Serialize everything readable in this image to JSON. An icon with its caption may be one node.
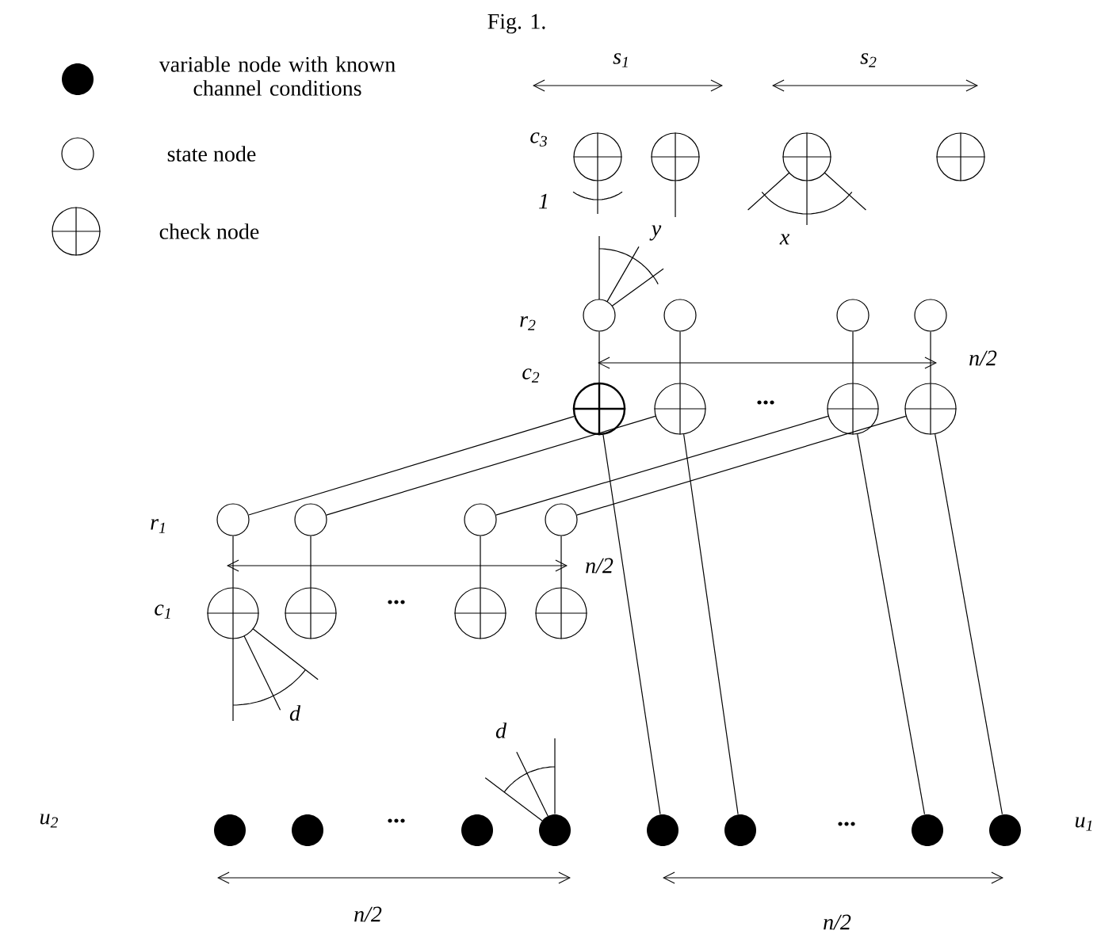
{
  "diagram": {
    "title": "Fig. 1.",
    "nodes": [
      {
        "text": [],
        "shape": "circle"
      },
      {
        "text": [],
        "shape": "circle"
      },
      {
        "text": [],
        "shape": "circle"
      },
      {
        "text": [],
        "shape": "circle"
      },
      {
        "text": [],
        "shape": "circle"
      },
      {
        "text": [],
        "shape": "circle"
      },
      {
        "text": [],
        "shape": "circle"
      },
      {
        "text": [],
        "shape": "circle"
      },
      {
        "text": [],
        "shape": "circle"
      },
      {
        "text": [],
        "shape": "circle"
      },
      {
        "text": [],
        "shape": "circle"
      },
      {
        "text": [],
        "shape": "circle"
      },
      {
        "text": [],
        "shape": "circle"
      },
      {
        "text": [],
        "shape": "circle"
      },
      {
        "text": [],
        "shape": "circle"
      },
      {
        "text": [],
        "shape": "circle"
      },
      {
        "text": [],
        "shape": "circle"
      },
      {
        "text": [],
        "shape": "circle"
      },
      {
        "text": [],
        "shape": "circle"
      },
      {
        "text": [],
        "shape": "circle"
      },
      {
        "text": [],
        "shape": "circle"
      },
      {
        "text": [],
        "shape": "circle"
      },
      {
        "text": [],
        "shape": "circle"
      },
      {
        "text": [],
        "shape": "circle"
      },
      {
        "text": [],
        "shape": "circle"
      },
      {
        "text": [],
        "shape": "circle"
      },
      {
        "text": [],
        "shape": "circle"
      },
      {
        "text": [],
        "shape": "circle"
      }
    ],
    "edges": [
      {
        "from": 0,
        "to": null,
        "arrow": "none"
      },
      {
        "from": 1,
        "to": null,
        "arrow": "none"
      },
      {
        "from": 2,
        "to": null,
        "arrow": "none"
      },
      {
        "from": 4,
        "to": 8,
        "arrow": "none"
      },
      {
        "from": 5,
        "to": 9,
        "arrow": "none"
      },
      {
        "from": 6,
        "to": 10,
        "arrow": "none"
      },
      {
        "from": 7,
        "to": 11,
        "arrow": "none"
      },
      {
        "from": 8,
        "to": 12,
        "arrow": "none"
      },
      {
        "from": 9,
        "to": 13,
        "arrow": "none"
      },
      {
        "from": 10,
        "to": 14,
        "arrow": "none"
      },
      {
        "from": 11,
        "to": 15,
        "arrow": "none"
      },
      {
        "from": 8,
        "to": 24,
        "arrow": "none"
      },
      {
        "from": 9,
        "to": 25,
        "arrow": "none"
      },
      {
        "from": 10,
        "to": 26,
        "arrow": "none"
      },
      {
        "from": 11,
        "to": 27,
        "arrow": "none"
      },
      {
        "from": 12,
        "to": 16,
        "arrow": "none"
      },
      {
        "from": 13,
        "to": 17,
        "arrow": "none"
      },
      {
        "from": 14,
        "to": 18,
        "arrow": "none"
      },
      {
        "from": 15,
        "to": 19,
        "arrow": "none"
      },
      {
        "from": 23,
        "to": null,
        "arrow": "none"
      }
    ],
    "labels": [
      "s$_{1}$",
      "s$_{2}$",
      "c$_{3}$",
      "1",
      "y",
      "x",
      "r$_{2}$",
      "c$_{2}$",
      "n/2",
      "...",
      "r$_{1}$",
      "c$_{1}$",
      "...",
      "n/2",
      "d",
      "d",
      "u$_{2}$",
      "...",
      "...",
      "u$_{1}$",
      "n/2",
      "n/2"
    ],
    "legend": [
      {
        "text": "variable node with known channel conditions"
      },
      {
        "text": "state node"
      },
      {
        "text": "check node"
      }
    ]
  }
}
